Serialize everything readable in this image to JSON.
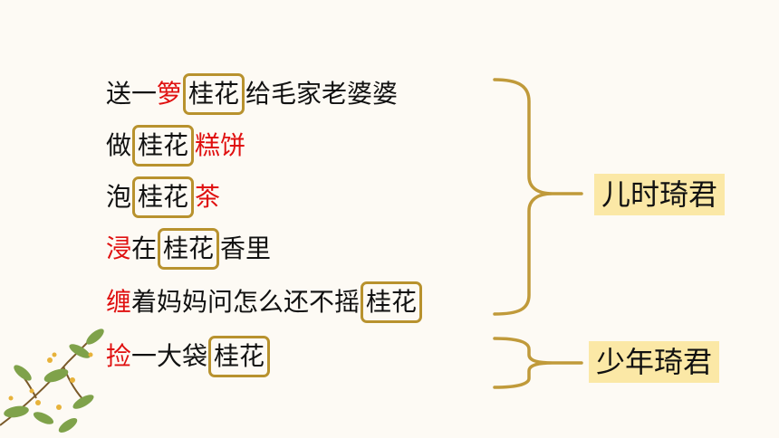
{
  "lines": [
    {
      "parts": [
        {
          "t": "送一",
          "s": "n"
        },
        {
          "t": "箩",
          "s": "r"
        },
        {
          "t": "桂花",
          "s": "b"
        },
        {
          "t": "给毛家老婆婆",
          "s": "n"
        }
      ]
    },
    {
      "parts": [
        {
          "t": "做",
          "s": "n"
        },
        {
          "t": "桂花",
          "s": "b"
        },
        {
          "t": "糕饼",
          "s": "r"
        }
      ]
    },
    {
      "parts": [
        {
          "t": "泡",
          "s": "n"
        },
        {
          "t": "桂花",
          "s": "b"
        },
        {
          "t": "茶",
          "s": "r"
        }
      ]
    },
    {
      "parts": [
        {
          "t": "浸",
          "s": "r"
        },
        {
          "t": "在",
          "s": "n"
        },
        {
          "t": "桂花",
          "s": "b"
        },
        {
          "t": "香里",
          "s": "n"
        }
      ]
    },
    {
      "parts": [
        {
          "t": "缠",
          "s": "r"
        },
        {
          "t": "着妈妈问怎么还不摇",
          "s": "n"
        },
        {
          "t": "桂花",
          "s": "b"
        }
      ]
    },
    {
      "parts": [
        {
          "t": "捡",
          "s": "r"
        },
        {
          "t": "一大袋",
          "s": "n"
        },
        {
          "t": "桂花",
          "s": "b"
        }
      ]
    }
  ],
  "labels": {
    "childhood": "儿时琦君",
    "youth": "少年琦君"
  },
  "colors": {
    "highlight_red": "#e01010",
    "box_gold": "#b8922e",
    "label_bg": "#fbe8a6"
  },
  "icons": {
    "decoration": "osmanthus-branch-icon"
  }
}
